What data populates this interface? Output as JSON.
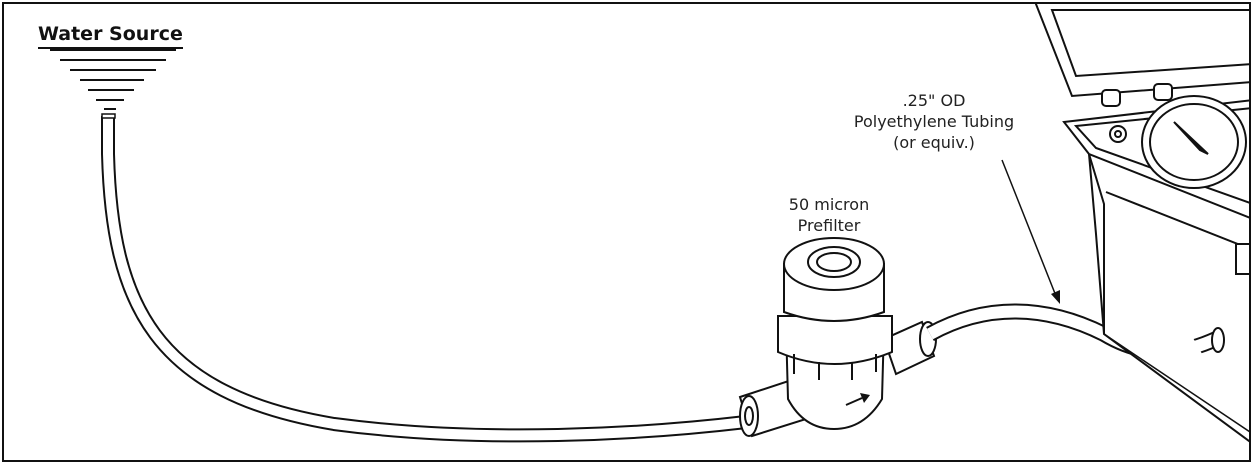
{
  "diagram": {
    "water_source_label": "Water Source",
    "prefilter_label_line1": "50 micron",
    "prefilter_label_line2": "Prefilter",
    "tubing_label_line1": ".25\" OD",
    "tubing_label_line2": "Polyethylene Tubing",
    "tubing_label_line3": "(or equiv.)"
  },
  "colors": {
    "line": "#111111",
    "tube_fill": "#ffffff",
    "background": "#ffffff"
  },
  "icons": [
    "water-source-symbol",
    "flow-direction-arrow",
    "pointer-arrow"
  ]
}
